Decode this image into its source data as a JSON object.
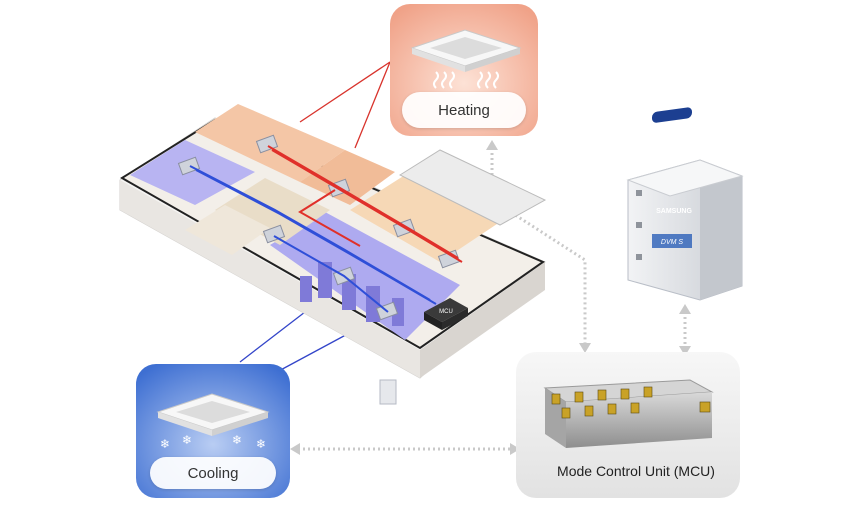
{
  "labels": {
    "heating": "Heating",
    "cooling": "Cooling",
    "mcu_caption": "Mode Control Unit (MCU)",
    "mcu_box": "MCU",
    "outdoor_brand": "SAMSUNG",
    "outdoor_model": "DVM S"
  },
  "colors": {
    "heating_pipe": "#e0302a",
    "cooling_pipe": "#2f4fd8",
    "heating_zone": "#f2c7a6",
    "cooling_zone": "#a9a6f0",
    "panel_heating_bg": "#f7b8a2",
    "panel_cooling_bg": "#5f86dc"
  },
  "icons": {
    "heat_waves": "heat-waves-icon",
    "snowflake": "snowflake-icon",
    "cassette": "ceiling-cassette-icon"
  }
}
